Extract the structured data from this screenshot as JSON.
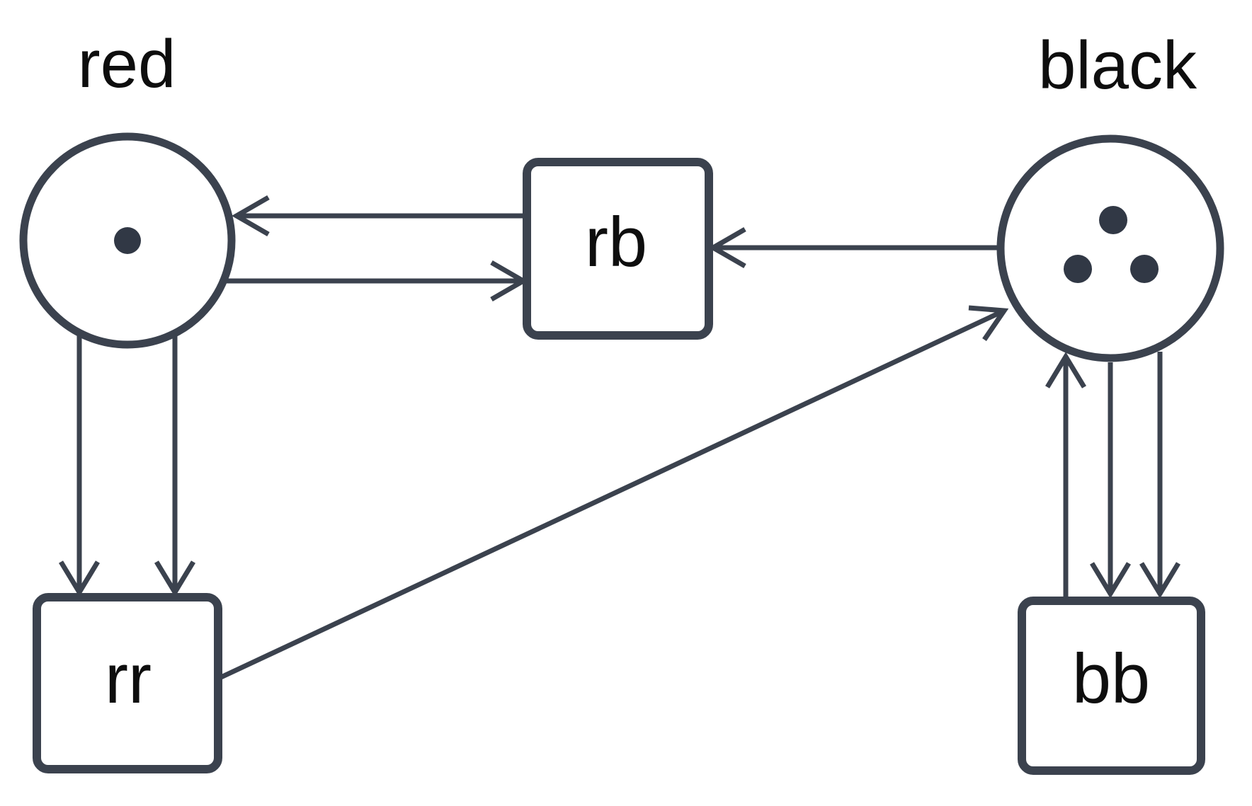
{
  "diagram": {
    "kind": "petri-net",
    "background_color": "#ffffff",
    "ink_color": "#3b424e",
    "text_color": "#0e0e0e",
    "places": [
      {
        "id": "red",
        "label": "red",
        "tokens": 1
      },
      {
        "id": "black",
        "label": "black",
        "tokens": 3
      }
    ],
    "transitions": [
      {
        "id": "rb",
        "label": "rb"
      },
      {
        "id": "rr",
        "label": "rr"
      },
      {
        "id": "bb",
        "label": "bb"
      }
    ],
    "arcs": [
      {
        "from": "rb",
        "to": "red",
        "count": 1
      },
      {
        "from": "red",
        "to": "rb",
        "count": 1
      },
      {
        "from": "black",
        "to": "rb",
        "count": 1
      },
      {
        "from": "red",
        "to": "rr",
        "count": 2
      },
      {
        "from": "rr",
        "to": "black",
        "count": 1
      },
      {
        "from": "bb",
        "to": "black",
        "count": 1
      },
      {
        "from": "black",
        "to": "bb",
        "count": 2
      }
    ]
  }
}
